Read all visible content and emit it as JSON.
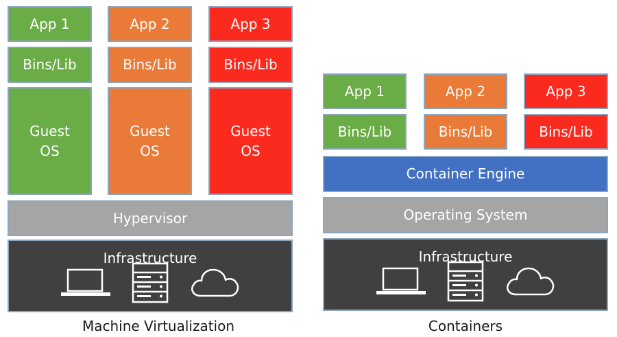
{
  "machine_virtualization": {
    "caption": "Machine Virtualization",
    "apps": [
      "App 1",
      "App 2",
      "App 3"
    ],
    "bins": [
      "Bins/Lib",
      "Bins/Lib",
      "Bins/Lib"
    ],
    "guest_os": [
      {
        "line1": "Guest",
        "line2": "OS"
      },
      {
        "line1": "Guest",
        "line2": "OS"
      },
      {
        "line1": "Guest",
        "line2": "OS"
      }
    ],
    "hypervisor": "Hypervisor",
    "infrastructure": "Infrastructure"
  },
  "containers": {
    "caption": "Containers",
    "apps": [
      "App 1",
      "App 2",
      "App 3"
    ],
    "bins": [
      "Bins/Lib",
      "Bins/Lib",
      "Bins/Lib"
    ],
    "container_engine": "Container Engine",
    "operating_system": "Operating System",
    "infrastructure": "Infrastructure"
  },
  "icons": [
    "laptop-icon",
    "server-icon",
    "cloud-icon"
  ],
  "colors": {
    "green": "#6aac45",
    "orange": "#ea7a37",
    "red": "#fb2a1e",
    "blue": "#4270c2",
    "gray": "#a5a5a5",
    "dark": "#404040"
  }
}
